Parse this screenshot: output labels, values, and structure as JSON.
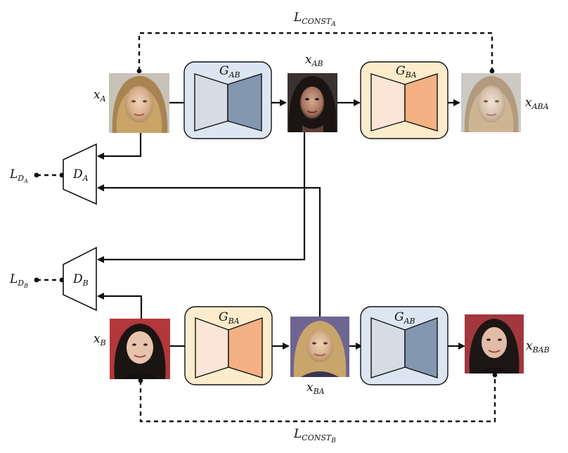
{
  "colors": {
    "g_ab_box": "#dce6f2",
    "g_ab_left": "#d6dce4",
    "g_ab_right": "#8497b0",
    "g_ba_box": "#fdeccb",
    "g_ba_left": "#fbe5d6",
    "g_ba_right": "#f4b183",
    "line": "#111111"
  },
  "labels": {
    "x_a": {
      "base": "x",
      "sub": "A"
    },
    "x_ab": {
      "base": "x",
      "sub": "AB"
    },
    "x_aba": {
      "base": "x",
      "sub": "ABA"
    },
    "x_b": {
      "base": "x",
      "sub": "B"
    },
    "x_ba": {
      "base": "x",
      "sub": "BA"
    },
    "x_bab": {
      "base": "x",
      "sub": "BAB"
    },
    "g_ab_top": {
      "base": "G",
      "sub": "AB"
    },
    "g_ba_top": {
      "base": "G",
      "sub": "BA"
    },
    "g_ba_bottom": {
      "base": "G",
      "sub": "BA"
    },
    "g_ab_bottom": {
      "base": "G",
      "sub": "AB"
    },
    "d_a": {
      "base": "D",
      "sub": "A"
    },
    "d_b": {
      "base": "D",
      "sub": "B"
    },
    "l_const_a": {
      "base": "L",
      "sub": "CONST",
      "subsub": "A"
    },
    "l_const_b": {
      "base": "L",
      "sub": "CONST",
      "subsub": "B"
    },
    "l_d_a": {
      "base": "L",
      "sub": "D",
      "subsub": "A"
    },
    "l_d_b": {
      "base": "L",
      "sub": "D",
      "subsub": "B"
    }
  }
}
